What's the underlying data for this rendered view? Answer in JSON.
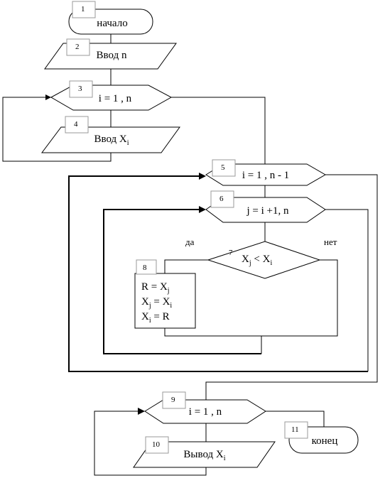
{
  "blocks": {
    "b1": {
      "num": "1",
      "text": "начало"
    },
    "b2": {
      "num": "2",
      "text": "Ввод n"
    },
    "b3": {
      "num": "3",
      "text": "i = 1 , n"
    },
    "b4": {
      "num": "4",
      "text": "Ввод X",
      "sub": "i"
    },
    "b5": {
      "num": "5",
      "text": "i = 1 , n - 1"
    },
    "b6": {
      "num": "6",
      "text": "j = i +1, n"
    },
    "b7": {
      "num": "7",
      "x1": "X",
      "s1": "j",
      "op": " <  ",
      "x2": "X",
      "s2": "i"
    },
    "b8": {
      "num": "8",
      "line1": {
        "a": "R = X",
        "s": "j"
      },
      "line2": {
        "a": "X",
        "s1": "j",
        "b": " = X",
        "s2": "i"
      },
      "line3": {
        "a": "X",
        "s": "i",
        "b": " = R"
      }
    },
    "b9": {
      "num": "9",
      "text": "i = 1 , n"
    },
    "b10": {
      "num": "10",
      "text": "Вывод  X",
      "sub": "i"
    },
    "b11": {
      "num": "11",
      "text": "конец"
    }
  },
  "branches": {
    "yes": "да",
    "no": "нет"
  }
}
